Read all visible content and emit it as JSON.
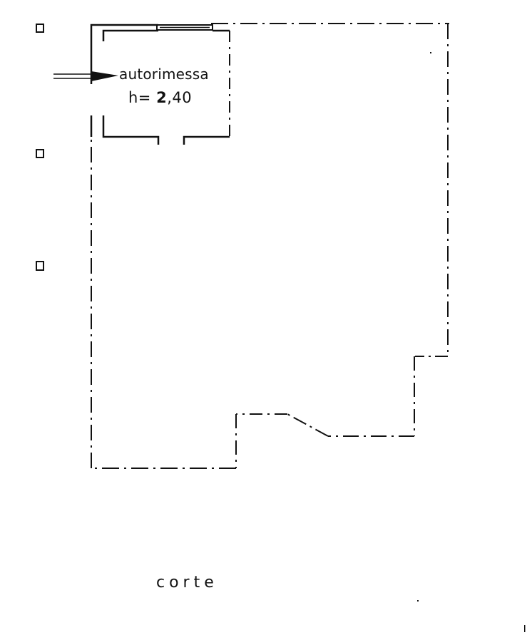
{
  "room": {
    "name": "autorimessa",
    "height_prefix": "h= ",
    "height_whole": "2",
    "height_rest": ",40"
  },
  "outside_label": "corte",
  "colors": {
    "ink": "#111111",
    "background": "#ffffff"
  },
  "icons": {
    "entrance": "entrance-arrow-icon",
    "column": "column-marker-icon"
  }
}
